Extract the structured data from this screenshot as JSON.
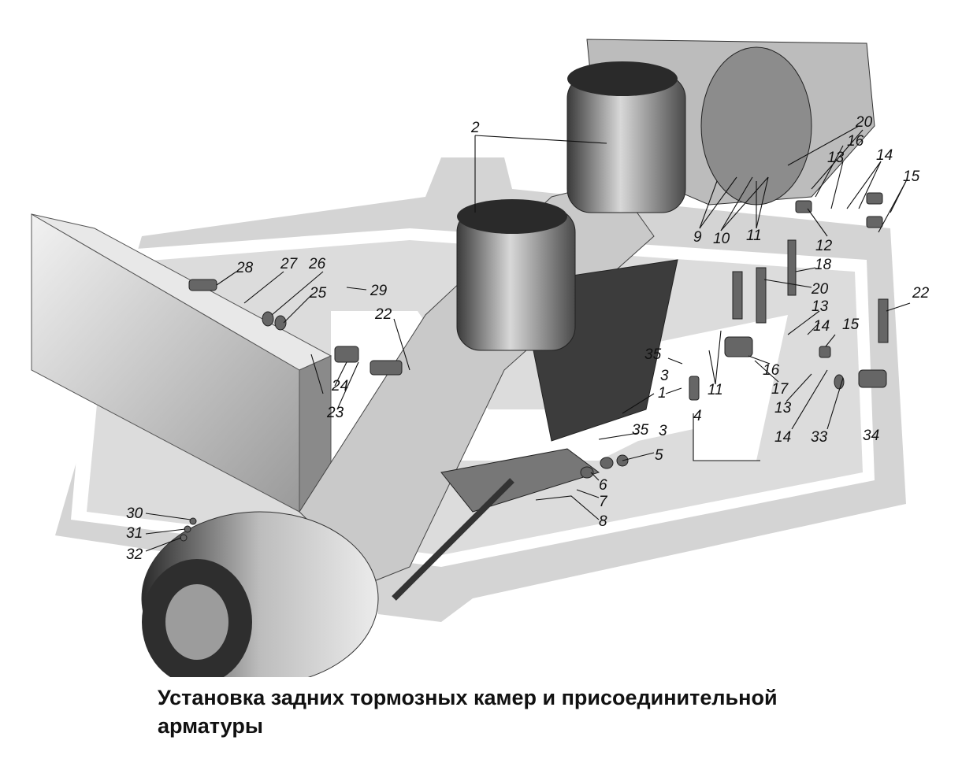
{
  "caption": {
    "line1": "Установка задних тормозных камер и присоединительной",
    "line2": "арматуры"
  },
  "callouts": [
    "1",
    "2",
    "3",
    "4",
    "5",
    "6",
    "7",
    "8",
    "9",
    "10",
    "11",
    "12",
    "13",
    "14",
    "15",
    "16",
    "17",
    "18",
    "20",
    "22",
    "23",
    "24",
    "25",
    "26",
    "27",
    "28",
    "29",
    "30",
    "31",
    "32",
    "33",
    "34",
    "35"
  ]
}
